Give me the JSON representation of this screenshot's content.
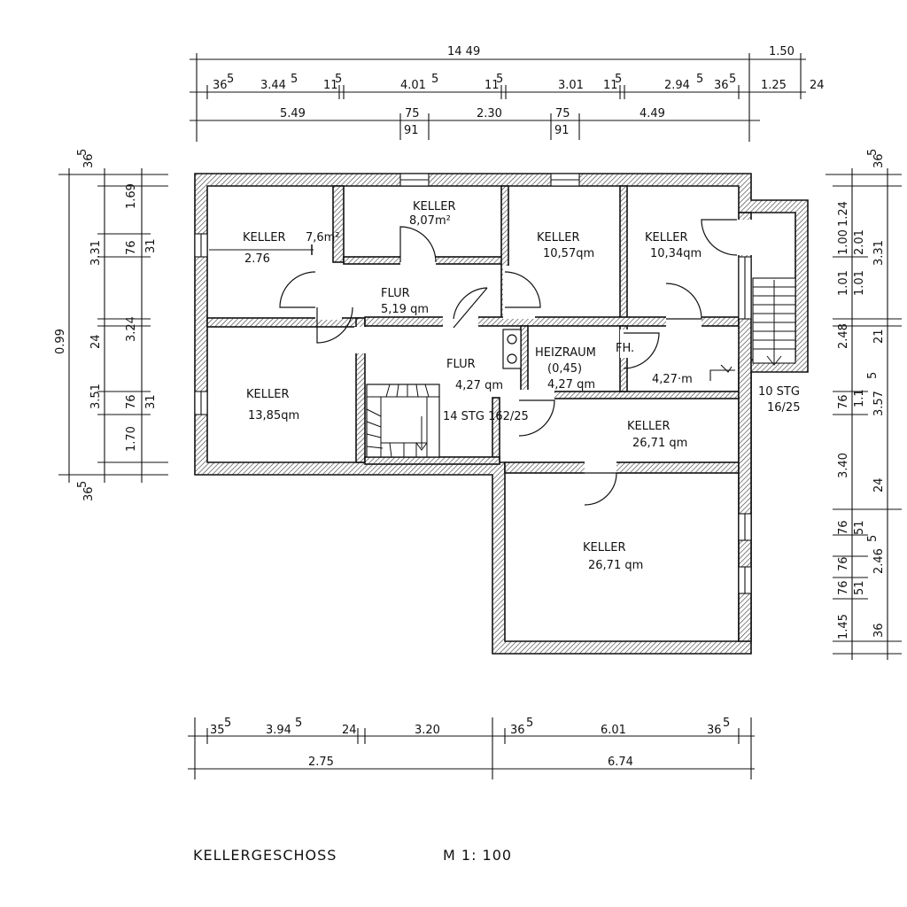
{
  "drawing": {
    "title": "KELLERGESCHOSS",
    "scale": "M 1: 100"
  },
  "rooms": [
    {
      "name": "KELLER",
      "area": "7,6m²",
      "extra": "2.76"
    },
    {
      "name": "KELLER",
      "area": "8,07m²"
    },
    {
      "name": "KELLER",
      "area": "10,57qm"
    },
    {
      "name": "KELLER",
      "area": "10,34qm"
    },
    {
      "name": "FLUR",
      "area": "5,19 qm"
    },
    {
      "name": "KELLER",
      "area": "13,85qm"
    },
    {
      "name": "FLUR",
      "area": "4,27 qm"
    },
    {
      "name": "HEIZRAUM",
      "area": "4,27 qm",
      "extra": "(0,45)"
    },
    {
      "name": "FH.",
      "area": "4,27·m"
    },
    {
      "name": "KELLER",
      "area": "26,71 qm"
    },
    {
      "name": "KELLER",
      "area": "26,71 qm"
    }
  ],
  "stairs": {
    "inner": "14 STG 162/25",
    "outer_count": "10 STG",
    "outer_ratio": "16/25"
  },
  "dims_top": {
    "overall": "14 49",
    "right": "1.50",
    "row2": [
      "36",
      "3.44",
      "11",
      "4.01",
      "11",
      "3.01",
      "11",
      "2.94",
      "36",
      "1.25",
      "24"
    ],
    "row2_sup": [
      "5",
      "5",
      "5",
      "5",
      "5",
      "5",
      "5",
      "5"
    ],
    "row3": [
      "5.49",
      "75",
      "91",
      "2.30",
      "75",
      "91",
      "4.49"
    ]
  },
  "dims_left": {
    "overall": "0.99",
    "top": "36",
    "top_sup": "5",
    "bottom": "36",
    "bottom_sup": "5",
    "col1": [
      "1.69",
      "3.31",
      "24",
      "3.24",
      "3.51",
      "1.70"
    ],
    "col2": [
      "76",
      "31",
      "76",
      "31"
    ]
  },
  "dims_right": {
    "top": "36",
    "top_sup": "5",
    "col1": [
      "1.24",
      "1.00",
      "1.01",
      "2.48",
      "76",
      "3.40",
      "76",
      "76",
      "76",
      "1.45"
    ],
    "col2": [
      "2.01",
      "1.01",
      "21",
      "1.1",
      "24",
      "51",
      "51",
      "36"
    ],
    "col3": [
      "3.31",
      "3.57",
      "2.46"
    ],
    "col3_sup": [
      "5",
      "5"
    ]
  },
  "dims_bottom": {
    "row1": [
      "35",
      "3.94",
      "24",
      "3.20",
      "36",
      "6.01",
      "36"
    ],
    "row1_sup": [
      "5",
      "5",
      "5",
      "5"
    ],
    "row2": [
      "2.75",
      "6.74"
    ]
  }
}
